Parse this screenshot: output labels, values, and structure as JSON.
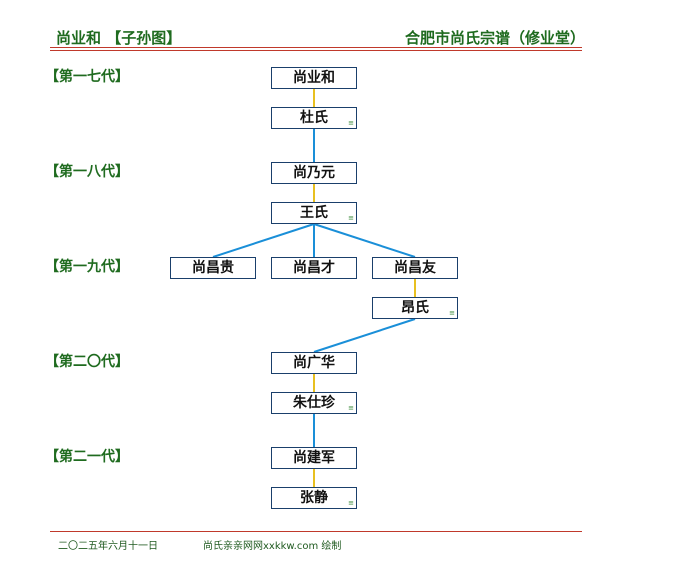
{
  "header": {
    "left_title": "尚业和 【子孙图】",
    "right_title": "合肥市尚氏宗谱（修业堂）"
  },
  "generations": [
    "【第一七代】",
    "【第一八代】",
    "【第一九代】",
    "【第二〇代】",
    "【第二一代】"
  ],
  "people": {
    "p1": "尚业和",
    "p1_spouse": "杜氏",
    "p2": "尚乃元",
    "p2_spouse": "王氏",
    "p3a": "尚昌贵",
    "p3b": "尚昌才",
    "p3c": "尚昌友",
    "p3c_spouse": "昂氏",
    "p4": "尚广华",
    "p4_spouse": "朱仕珍",
    "p5": "尚建军",
    "p5_spouse": "张静"
  },
  "spouse_mark": "≡",
  "footer": {
    "date": "二〇二五年六月十一日",
    "credit": "尚氏亲亲网网xxkkw.com 绘制"
  },
  "colors": {
    "title_green": "#1f6b1f",
    "rule_red": "#c0392b",
    "marriage_line": "#e8c020",
    "descent_line": "#1a8fd8",
    "box_border": "#1a3f6b"
  }
}
